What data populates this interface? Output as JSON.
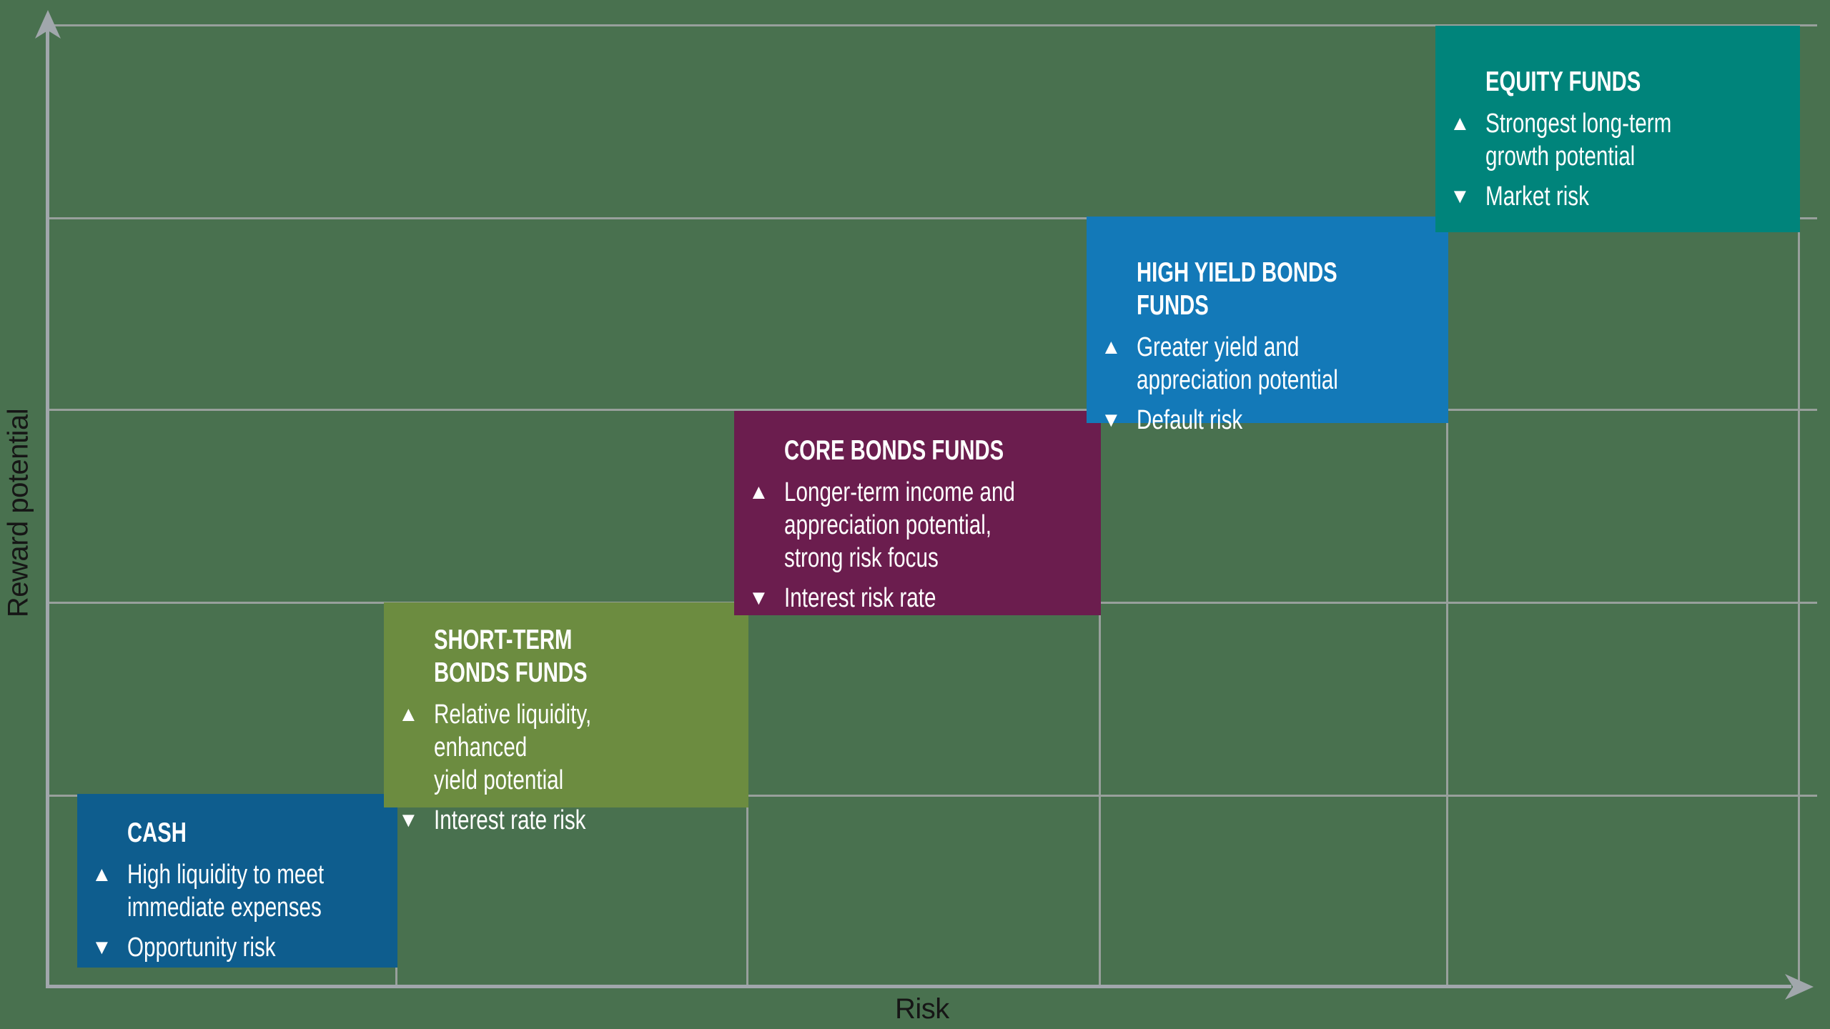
{
  "page": {
    "background_color": "#49714F"
  },
  "axes": {
    "x_label": "Risk",
    "y_label": "Reward potential",
    "axis_color": "#a1a7ac",
    "gridline_color": "#98a09c",
    "label_color": "#161616"
  },
  "icons": {
    "up_triangle": "▲",
    "down_triangle": "▼",
    "up_axis_arrow": "axis-arrow-up",
    "right_axis_arrow": "axis-arrow-right"
  },
  "boxes": [
    {
      "id": "cash",
      "title": "CASH",
      "up_text": "High liquidity to meet\nimmediate expenses",
      "down_text": "Opportunity risk",
      "color": "#0E5D8E"
    },
    {
      "id": "short-term-bonds",
      "title": "SHORT-TERM\nBONDS FUNDS",
      "up_text": "Relative liquidity, enhanced\nyield potential",
      "down_text": "Interest rate risk",
      "color": "#6C8C40"
    },
    {
      "id": "core-bonds",
      "title": "CORE BONDS FUNDS",
      "up_text": "Longer-term income and\nappreciation potential,\nstrong risk focus",
      "down_text": "Interest risk rate",
      "color": "#6B1D4E"
    },
    {
      "id": "high-yield-bonds",
      "title": "HIGH YIELD BONDS FUNDS",
      "up_text": "Greater yield and\nappreciation potential",
      "down_text": "Default risk",
      "color": "#1379B8"
    },
    {
      "id": "equity",
      "title": "EQUITY FUNDS",
      "up_text": "Strongest long-term\ngrowth potential",
      "down_text": "Market risk",
      "color": "#00847B"
    }
  ],
  "chart_data": {
    "type": "bar",
    "title": "",
    "xlabel": "Risk",
    "ylabel": "Reward potential",
    "categories": [
      "CASH",
      "SHORT-TERM BONDS FUNDS",
      "CORE BONDS FUNDS",
      "HIGH YIELD BONDS FUNDS",
      "EQUITY FUNDS"
    ],
    "series": [
      {
        "name": "risk_level",
        "values": [
          1,
          2,
          3,
          4,
          5
        ]
      },
      {
        "name": "reward_potential_level",
        "values": [
          1,
          2,
          3,
          4,
          5
        ]
      }
    ],
    "ylim": [
      0,
      5
    ],
    "grid": true,
    "legend_position": "none",
    "annotations": [
      {
        "category": "CASH",
        "advantage": "High liquidity to meet immediate expenses",
        "risk": "Opportunity risk"
      },
      {
        "category": "SHORT-TERM BONDS FUNDS",
        "advantage": "Relative liquidity, enhanced yield potential",
        "risk": "Interest rate risk"
      },
      {
        "category": "CORE BONDS FUNDS",
        "advantage": "Longer-term income and appreciation potential, strong risk focus",
        "risk": "Interest risk rate"
      },
      {
        "category": "HIGH YIELD BONDS FUNDS",
        "advantage": "Greater yield and appreciation potential",
        "risk": "Default risk"
      },
      {
        "category": "EQUITY FUNDS",
        "advantage": "Strongest long-term growth potential",
        "risk": "Market risk"
      }
    ]
  }
}
